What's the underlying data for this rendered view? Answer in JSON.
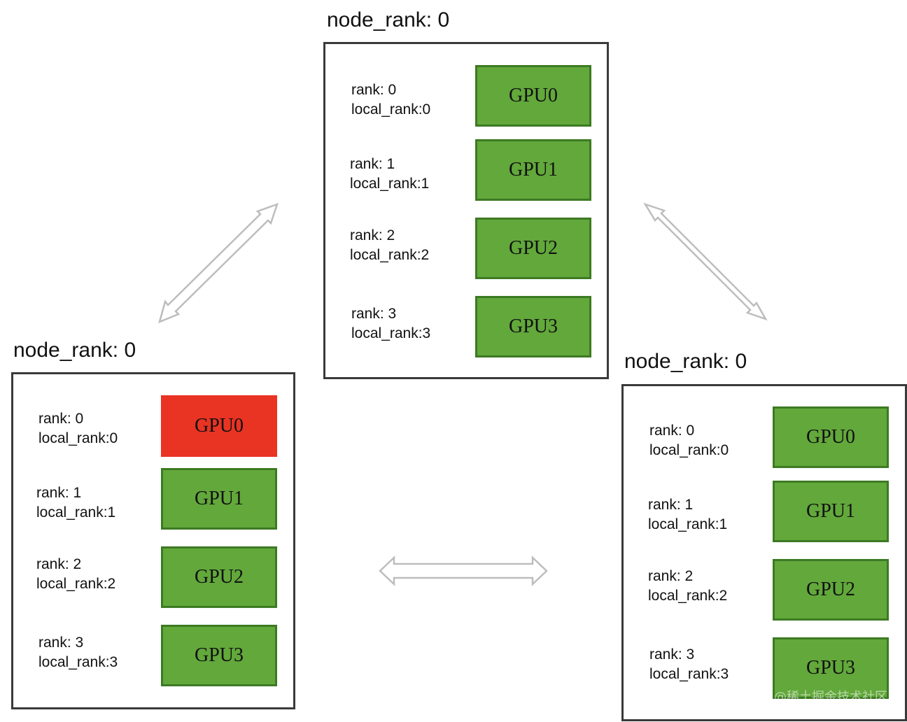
{
  "nodes": [
    {
      "title": "node_rank: 0",
      "gpus": [
        {
          "rank": "rank: 0",
          "local": "local_rank:0",
          "label": "GPU0",
          "status": "ok"
        },
        {
          "rank": "rank: 1",
          "local": "local_rank:1",
          "label": "GPU1",
          "status": "ok"
        },
        {
          "rank": "rank: 2",
          "local": "local_rank:2",
          "label": "GPU2",
          "status": "ok"
        },
        {
          "rank": "rank: 3",
          "local": "local_rank:3",
          "label": "GPU3",
          "status": "ok"
        }
      ]
    },
    {
      "title": "node_rank: 0",
      "gpus": [
        {
          "rank": "rank: 0",
          "local": "local_rank:0",
          "label": "GPU0",
          "status": "failed"
        },
        {
          "rank": "rank: 1",
          "local": "local_rank:1",
          "label": "GPU1",
          "status": "ok"
        },
        {
          "rank": "rank: 2",
          "local": "local_rank:2",
          "label": "GPU2",
          "status": "ok"
        },
        {
          "rank": "rank: 3",
          "local": "local_rank:3",
          "label": "GPU3",
          "status": "ok"
        }
      ]
    },
    {
      "title": "node_rank: 0",
      "gpus": [
        {
          "rank": "rank: 0",
          "local": "local_rank:0",
          "label": "GPU0",
          "status": "ok"
        },
        {
          "rank": "rank: 1",
          "local": "local_rank:1",
          "label": "GPU1",
          "status": "ok"
        },
        {
          "rank": "rank: 2",
          "local": "local_rank:2",
          "label": "GPU2",
          "status": "ok"
        },
        {
          "rank": "rank: 3",
          "local": "local_rank:3",
          "label": "GPU3",
          "status": "ok"
        }
      ]
    }
  ],
  "colors": {
    "gpu_ok": "#62a83b",
    "gpu_ok_border": "#3d7a23",
    "gpu_failed": "#e93323",
    "arrow_stroke": "#bdbdbd"
  },
  "watermark": "@稀土掘金技术社区"
}
